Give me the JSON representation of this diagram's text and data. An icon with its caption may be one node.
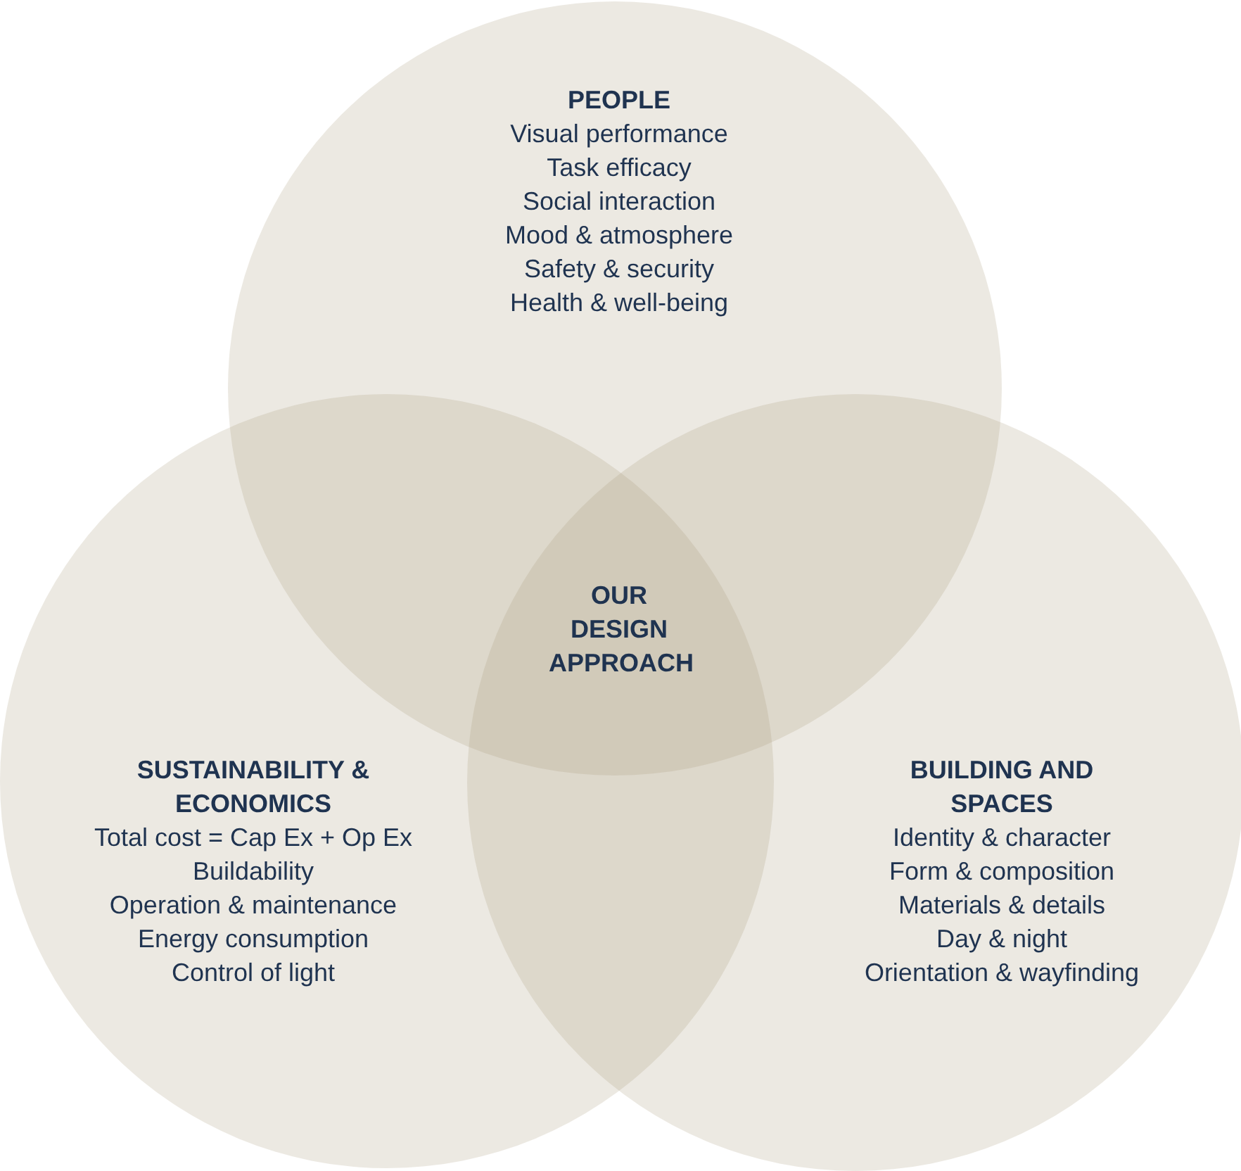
{
  "diagram": {
    "nodes": [
      {
        "text": [
          "PEOPLE",
          "Visual performance",
          "Task efficacy",
          "Social interaction",
          "Mood & atmosphere",
          "Safety & security",
          "Health & well-being"
        ]
      },
      {
        "text": [
          "SUSTAINABILITY & ECONOMICS",
          "Total cost = Cap Ex + Op Ex",
          "Buildability",
          "Operation & maintenance",
          "Energy consumption",
          "Control of light"
        ]
      },
      {
        "text": [
          "BUILDING AND SPACES",
          "Identity & character",
          "Form & composition",
          "Materials & details",
          "Day & night",
          "Orientation & wayfinding"
        ]
      }
    ],
    "labels": [
      "OUR DESIGN APPROACH"
    ]
  }
}
